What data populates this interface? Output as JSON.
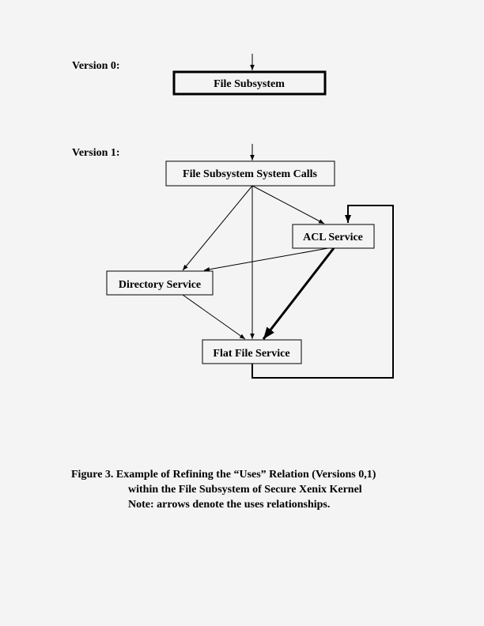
{
  "version0": {
    "label": "Version 0:",
    "box": "File Subsystem"
  },
  "version1": {
    "label": "Version 1:",
    "nodes": {
      "syscalls": "File Subsystem System Calls",
      "acl": "ACL Service",
      "directory": "Directory Service",
      "flatfile": "Flat File Service"
    },
    "edges": [
      {
        "from": "syscalls",
        "to": "directory"
      },
      {
        "from": "syscalls",
        "to": "flatfile"
      },
      {
        "from": "syscalls",
        "to": "acl"
      },
      {
        "from": "acl",
        "to": "directory"
      },
      {
        "from": "acl",
        "to": "flatfile",
        "emphasis": "bold"
      },
      {
        "from": "directory",
        "to": "flatfile"
      },
      {
        "from": "flatfile",
        "to": "acl",
        "emphasis": "bold",
        "routing": "loop-right"
      }
    ]
  },
  "caption": {
    "line1": "Figure 3.  Example of Refining the “Uses” Relation (Versions 0,1)",
    "line2": "within the File Subsystem of Secure Xenix Kernel",
    "line3": "Note: arrows denote the uses relationships."
  }
}
